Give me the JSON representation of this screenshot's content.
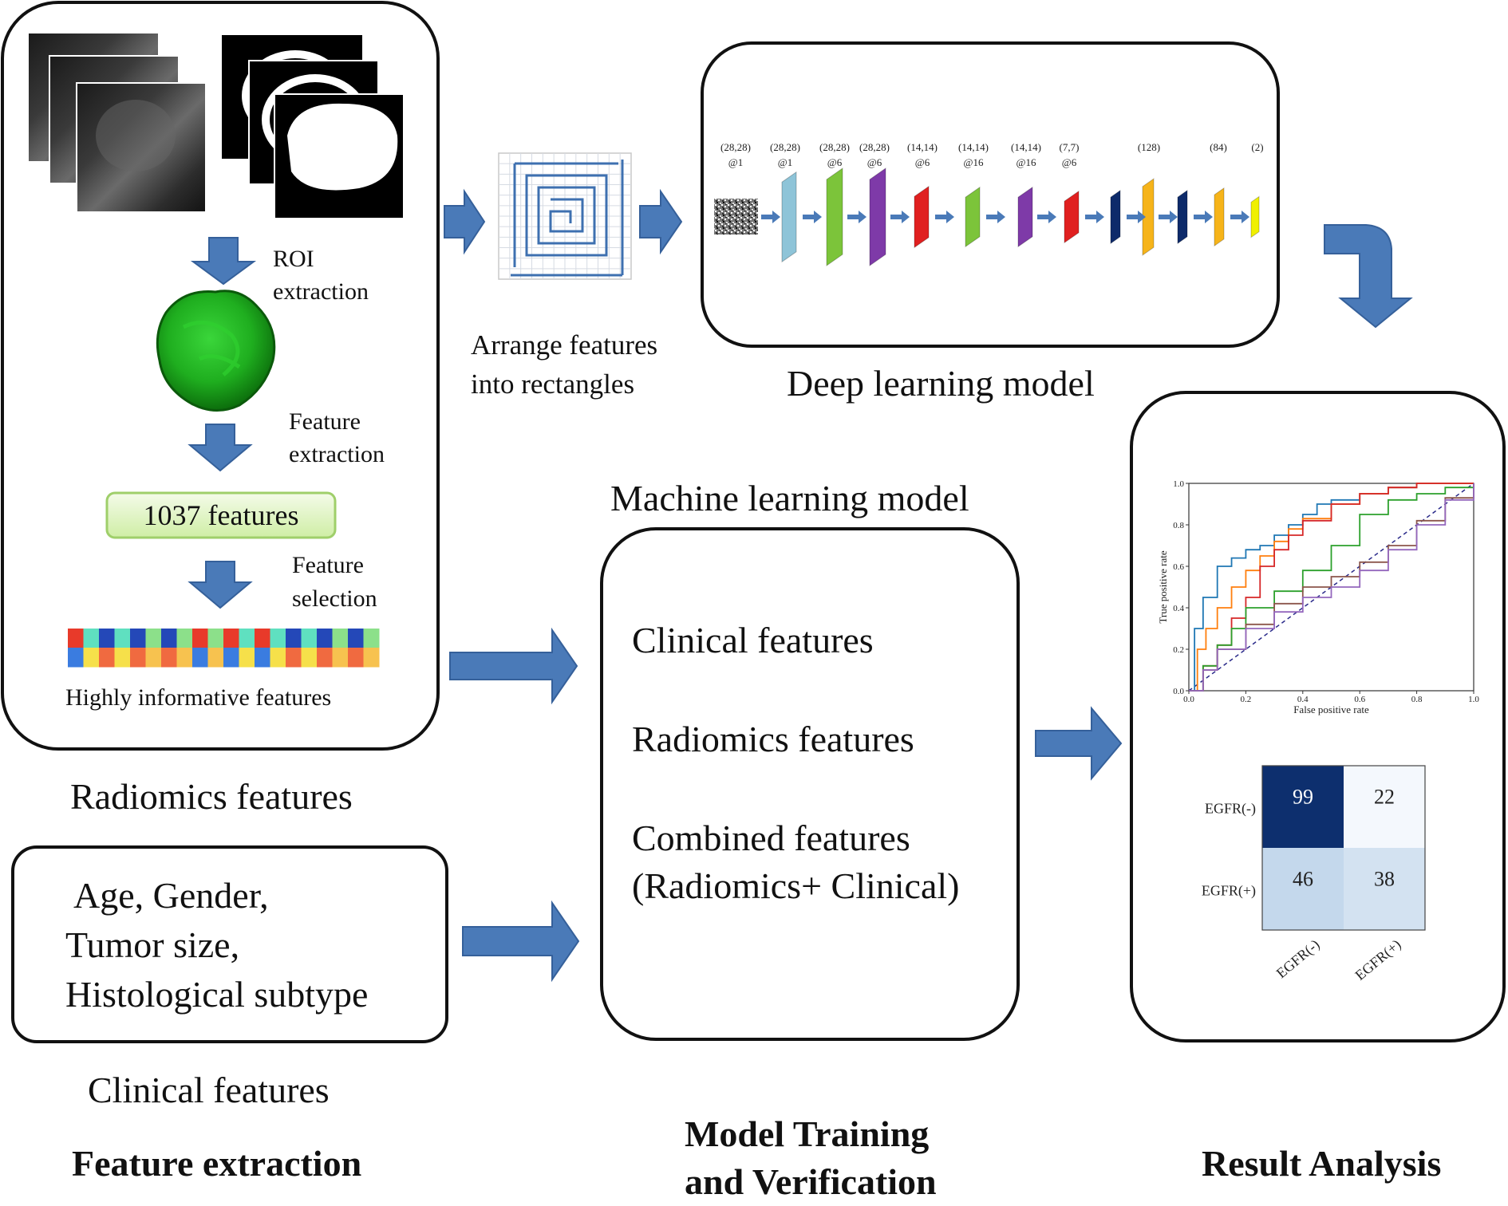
{
  "colors": {
    "arrow": "#4a7ab8",
    "arrow_edge": "#35609a",
    "tumor": "#22b322",
    "features_box": "#dff5c4",
    "heat_dark": "#0d2f6e",
    "heat_light": "#c4d8ec"
  },
  "radiomics": {
    "roi_label": [
      "ROI",
      "extraction"
    ],
    "extraction_label": [
      "Feature",
      "extraction"
    ],
    "count_label": "1037 features",
    "selection_label": [
      "Feature",
      "selection"
    ],
    "informative_label": "Highly informative features",
    "caption": "Radiomics features"
  },
  "arrange": {
    "label": [
      "Arrange features",
      "into rectangles"
    ]
  },
  "deep_learning": {
    "caption": "Deep learning model",
    "layer_labels": [
      [
        "(28,28)",
        "@1"
      ],
      [
        "(28,28)",
        "@1"
      ],
      [
        "(28,28)",
        "@6"
      ],
      [
        "(28,28)",
        "@6"
      ],
      [
        "(14,14)",
        "@6"
      ],
      [
        "(14,14)",
        "@16"
      ],
      [
        "(14,14)",
        "@16"
      ],
      [
        "(7,7)",
        "@6"
      ],
      [
        "(128)",
        ""
      ],
      [
        "(84)",
        ""
      ],
      [
        "(2)",
        ""
      ]
    ]
  },
  "machine_learning": {
    "caption": "Machine learning model",
    "items": [
      "Clinical features",
      "Radiomics features",
      "Combined features",
      "(Radiomics+ Clinical)"
    ]
  },
  "clinical": {
    "lines": [
      "Age, Gender,",
      "Tumor size,",
      "Histological subtype"
    ],
    "caption": "Clinical features"
  },
  "roc": {
    "xlabel": "False positive rate",
    "ylabel": "True positive rate",
    "ticks": [
      "0.0",
      "0.2",
      "0.4",
      "0.6",
      "0.8",
      "1.0"
    ]
  },
  "confusion": {
    "row_labels": [
      "EGFR(-)",
      "EGFR(+)"
    ],
    "col_labels": [
      "EGFR(-)",
      "EGFR(+)"
    ],
    "values": [
      [
        99,
        22
      ],
      [
        46,
        38
      ]
    ]
  },
  "stages": {
    "feature_extraction": "Feature extraction",
    "model_training": [
      "Model Training",
      "and Verification"
    ],
    "result_analysis": "Result Analysis"
  },
  "chart_data": {
    "type": "line",
    "xlabel": "False positive rate",
    "ylabel": "True positive rate",
    "xlim": [
      0,
      1
    ],
    "ylim": [
      0,
      1
    ],
    "series": [
      {
        "color": "#1f77b4",
        "x": [
          0,
          0.02,
          0.05,
          0.1,
          0.15,
          0.2,
          0.25,
          0.3,
          0.35,
          0.4,
          0.45,
          0.5,
          0.6,
          0.7,
          0.8,
          0.9,
          1.0
        ],
        "y": [
          0,
          0.3,
          0.45,
          0.6,
          0.64,
          0.68,
          0.7,
          0.75,
          0.8,
          0.85,
          0.9,
          0.92,
          0.95,
          0.98,
          1.0,
          1.0,
          1.0
        ]
      },
      {
        "color": "#ff7f0e",
        "x": [
          0,
          0.03,
          0.06,
          0.1,
          0.15,
          0.2,
          0.25,
          0.3,
          0.35,
          0.4,
          0.5,
          0.6,
          0.7,
          0.8,
          0.9,
          1.0
        ],
        "y": [
          0,
          0.2,
          0.3,
          0.4,
          0.5,
          0.58,
          0.65,
          0.72,
          0.78,
          0.83,
          0.9,
          0.95,
          0.98,
          1.0,
          1.0,
          1.0
        ]
      },
      {
        "color": "#d62728",
        "x": [
          0,
          0.05,
          0.1,
          0.15,
          0.2,
          0.25,
          0.3,
          0.35,
          0.4,
          0.5,
          0.6,
          0.7,
          0.8,
          0.9,
          1.0
        ],
        "y": [
          0,
          0.12,
          0.22,
          0.35,
          0.45,
          0.6,
          0.68,
          0.75,
          0.82,
          0.9,
          0.95,
          0.98,
          1.0,
          1.0,
          1.0
        ]
      },
      {
        "color": "#2ca02c",
        "x": [
          0,
          0.05,
          0.1,
          0.15,
          0.2,
          0.3,
          0.4,
          0.5,
          0.6,
          0.7,
          0.8,
          0.9,
          1.0
        ],
        "y": [
          0,
          0.12,
          0.22,
          0.3,
          0.4,
          0.48,
          0.58,
          0.7,
          0.85,
          0.92,
          0.95,
          0.98,
          1.0
        ]
      },
      {
        "color": "#8c564b",
        "x": [
          0,
          0.05,
          0.1,
          0.2,
          0.3,
          0.4,
          0.5,
          0.6,
          0.7,
          0.8,
          0.9,
          1.0
        ],
        "y": [
          0,
          0.1,
          0.2,
          0.32,
          0.42,
          0.5,
          0.55,
          0.62,
          0.7,
          0.82,
          0.93,
          1.0
        ]
      },
      {
        "color": "#9467bd",
        "x": [
          0,
          0.05,
          0.1,
          0.2,
          0.3,
          0.4,
          0.5,
          0.6,
          0.7,
          0.8,
          0.9,
          1.0
        ],
        "y": [
          0,
          0.1,
          0.2,
          0.3,
          0.38,
          0.45,
          0.5,
          0.58,
          0.68,
          0.8,
          0.92,
          1.0
        ]
      }
    ],
    "reference": {
      "x": [
        0,
        1
      ],
      "y": [
        0,
        1
      ],
      "style": "dashed",
      "color": "#2a2a8a"
    }
  }
}
